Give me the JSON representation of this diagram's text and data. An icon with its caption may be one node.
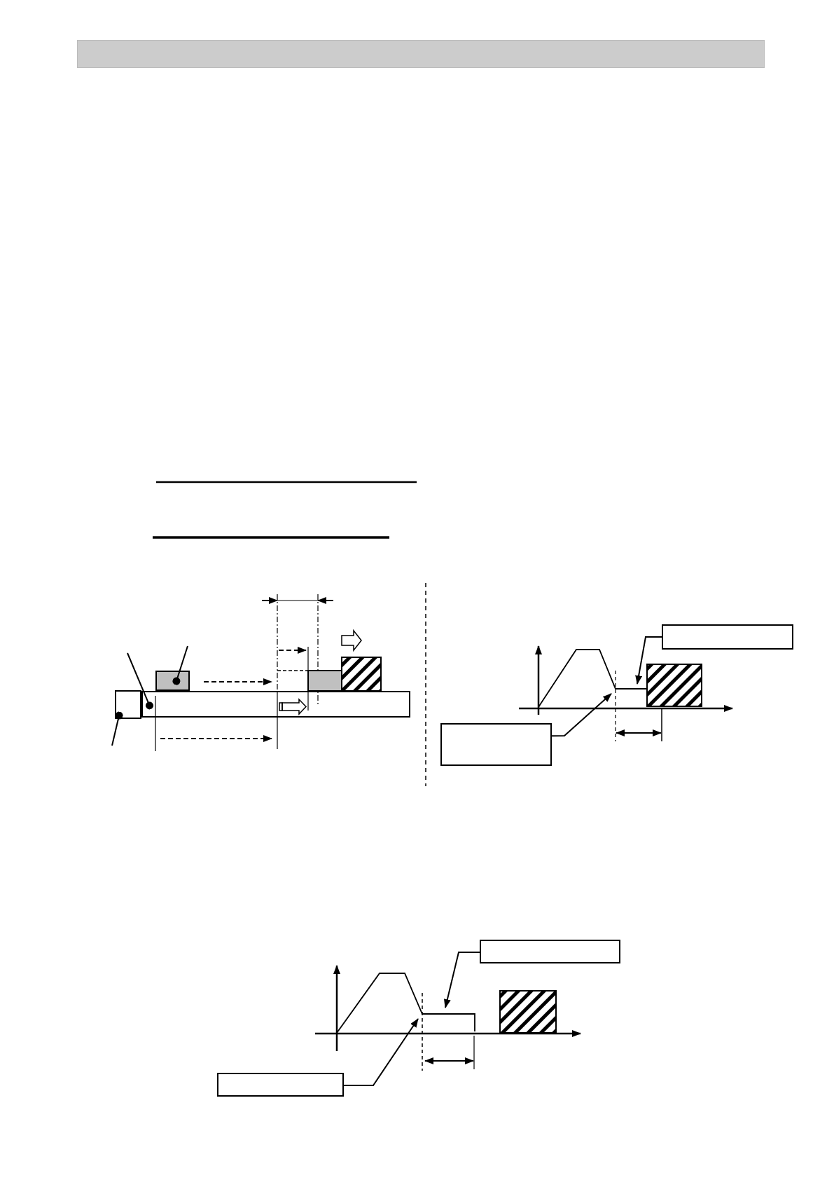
{
  "diagram": {
    "nodes": [
      {
        "text": [],
        "shape": "box"
      },
      {
        "text": [],
        "shape": "box"
      },
      {
        "text": [],
        "shape": "box"
      },
      {
        "text": [],
        "shape": "box"
      },
      {
        "text": [],
        "shape": "box"
      },
      {
        "text": [],
        "shape": "box"
      },
      {
        "text": [],
        "shape": "box"
      }
    ],
    "edges": [
      {
        "from": null,
        "to": 0,
        "arrow": "other"
      },
      {
        "from": null,
        "to": 1,
        "arrow": "other"
      },
      {
        "from": null,
        "to": 2,
        "arrow": "other"
      },
      {
        "from": 3,
        "to": null,
        "arrow": "to"
      },
      {
        "from": 4,
        "to": null,
        "arrow": "to"
      },
      {
        "from": 5,
        "to": null,
        "arrow": "to"
      },
      {
        "from": 6,
        "to": null,
        "arrow": "to"
      }
    ]
  }
}
